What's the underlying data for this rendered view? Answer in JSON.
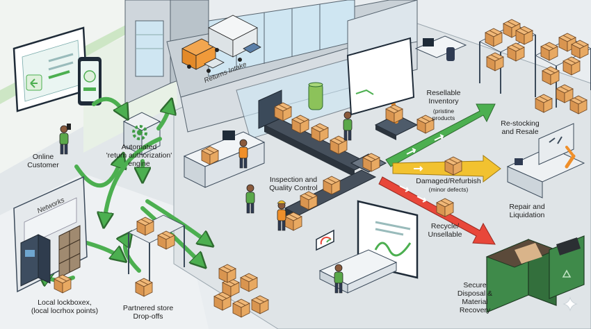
{
  "labels": {
    "online_customer": "Online\nCustomer",
    "engine": "Automated\n'return authorization'\nengine",
    "returns_intake": "Returns Intake",
    "networks": "Networks",
    "local_lockbox": "Local lockboxex,\n(local locrhox points)",
    "partnered_store": "Partnered store\nDrop-offs",
    "inspection_qc": "Inspection and\nQuality Control",
    "resellable": "Resellable\nInventory",
    "resellable_sub": "(pristine\nproducts",
    "restocking": "Re-stocking\nand Resale",
    "damaged": "Damaged/Refurbish",
    "damaged_sub": "(minor defects)",
    "repair": "Repair and\nLiquidation",
    "recycle": "Recycle/\nUnsellable",
    "disposal": "Secure\nDisposal &\nMaterial\nRecovery"
  },
  "colors": {
    "green_arrow": "#4caf50",
    "yellow_arrow": "#f2c230",
    "red_arrow": "#e8473a",
    "box": "#e2a25d",
    "box_dark": "#b87635",
    "floor": "#dfe4e7",
    "wall": "#cfd6dc",
    "glass": "#cfe6f2",
    "shirt_green": "#5aa84a",
    "shirt_orange": "#ef8f2a",
    "dumpster": "#3f8a4a"
  },
  "icons": {
    "gear": "gear-icon",
    "recycle": "recycle-icon",
    "sparkle": "sparkle-icon"
  }
}
